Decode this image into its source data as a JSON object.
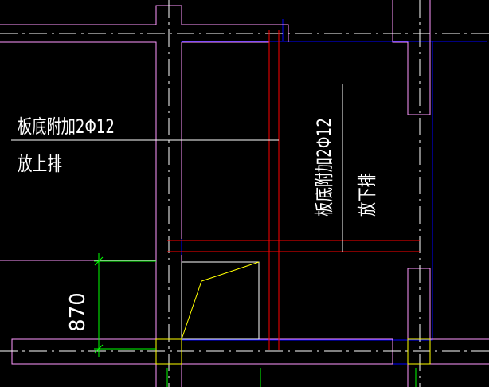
{
  "drawing": {
    "background": "#000000",
    "colors": {
      "wall_outline": "#ff99ff",
      "axis": "#ffffff",
      "rebar": "#ff0000",
      "slab_edge": "#0000ff",
      "opening": "#ffffff",
      "opening_diagonal": "#ffff00",
      "dimension": "#00ff00",
      "text": "#ffffff"
    },
    "annotations": {
      "left": {
        "title": "板底附加2Φ12",
        "subtitle": "放上排"
      },
      "right": {
        "title": "板底附加2Φ12",
        "subtitle": "放下排"
      }
    },
    "dimension": {
      "value": "870"
    }
  }
}
